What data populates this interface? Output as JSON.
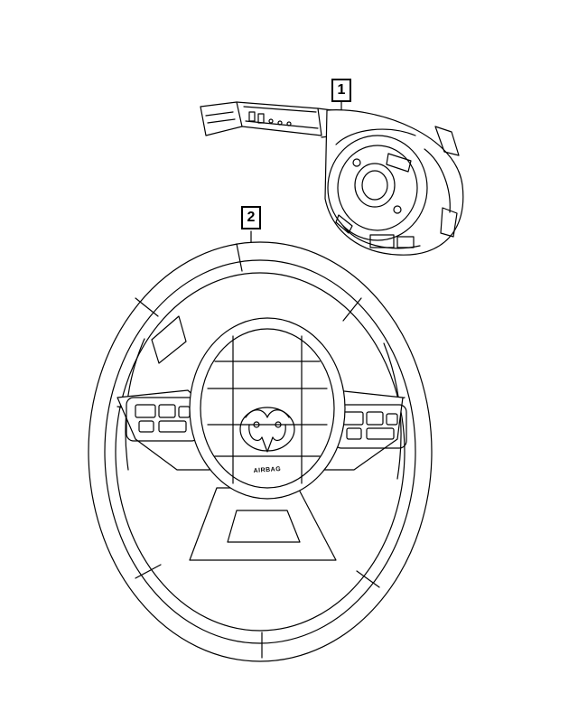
{
  "callouts": [
    {
      "number": "1"
    },
    {
      "number": "2"
    }
  ],
  "airbag_label": "AIRBAG"
}
